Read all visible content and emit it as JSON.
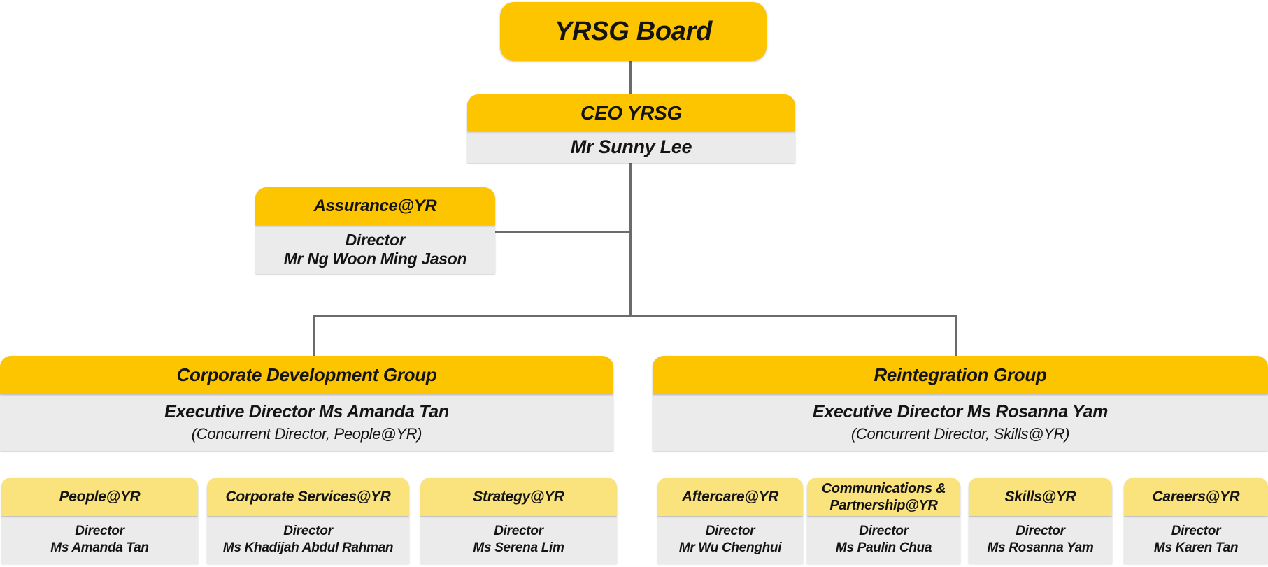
{
  "colors": {
    "gold": "#fdc500",
    "pale_yellow": "#fae37d",
    "body_gray": "#ebebeb",
    "connector": "#6b6b6b",
    "text": "#141414"
  },
  "nodes": {
    "board": {
      "title": "YRSG Board"
    },
    "ceo": {
      "title": "CEO YRSG",
      "name": "Mr Sunny Lee"
    },
    "assurance": {
      "title": "Assurance@YR",
      "role": "Director",
      "name": "Mr Ng Woon Ming Jason"
    },
    "groups": [
      {
        "title": "Corporate Development Group",
        "lead": "Executive Director Ms Amanda Tan",
        "note": "(Concurrent Director, People@YR)"
      },
      {
        "title": "Reintegration Group",
        "lead": "Executive Director Ms Rosanna Yam",
        "note": "(Concurrent Director, Skills@YR)"
      }
    ],
    "departments": [
      {
        "title": "People@YR",
        "role": "Director",
        "name": "Ms Amanda Tan"
      },
      {
        "title": "Corporate Services@YR",
        "role": "Director",
        "name": "Ms Khadijah Abdul Rahman"
      },
      {
        "title": "Strategy@YR",
        "role": "Director",
        "name": "Ms Serena Lim"
      },
      {
        "title": "Aftercare@YR",
        "role": "Director",
        "name": "Mr Wu Chenghui"
      },
      {
        "title": "Communications & Partnership@YR",
        "role": "Director",
        "name": "Ms Paulin Chua"
      },
      {
        "title": "Skills@YR",
        "role": "Director",
        "name": "Ms Rosanna Yam"
      },
      {
        "title": "Careers@YR",
        "role": "Director",
        "name": "Ms Karen Tan"
      }
    ]
  }
}
